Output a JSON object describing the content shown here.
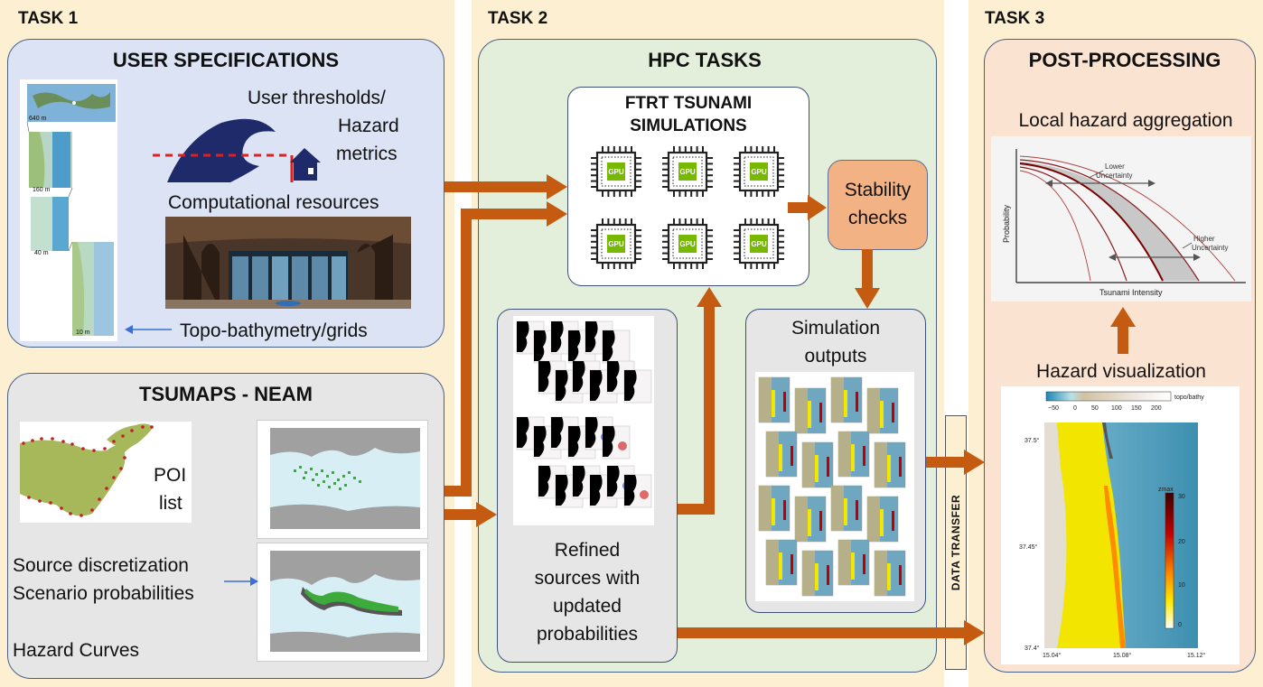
{
  "colors": {
    "task_bg": "#fdf0d2",
    "user_spec_bg": "#dbe3f4",
    "tsumaps_bg": "#e6e6e6",
    "hpc_bg": "#e3efda",
    "post_bg": "#fbe3d2",
    "arrow": "#c55a11",
    "stability_bg": "#f3b284",
    "gpu_green": "#76b900"
  },
  "tasks": [
    {
      "label": "TASK 1"
    },
    {
      "label": "TASK 2"
    },
    {
      "label": "TASK 3"
    }
  ],
  "user_spec": {
    "title": "USER SPECIFICATIONS",
    "thresholds_line1": "User thresholds/",
    "thresholds_line2": "Hazard",
    "thresholds_line3": "metrics",
    "compute": "Computational resources",
    "topo": "Topo-bathymetry/grids",
    "grid_labels": [
      "640 m",
      "160 m",
      "40 m",
      "10 m"
    ]
  },
  "tsumaps": {
    "title": "TSUMAPS - NEAM",
    "poi_line1": "POI",
    "poi_line2": "list",
    "source_disc": "Source discretization",
    "scenario_prob": "Scenario probabilities",
    "hazard_curves": "Hazard Curves"
  },
  "hpc": {
    "title": "HPC TASKS",
    "ftrt_line1": "FTRT TSUNAMI",
    "ftrt_line2": "SIMULATIONS",
    "gpu_label": "GPU",
    "stability_line1": "Stability",
    "stability_line2": "checks",
    "sim_out_line1": "Simulation",
    "sim_out_line2": "outputs",
    "refined_line1": "Refined",
    "refined_line2": "sources with",
    "refined_line3": "updated",
    "refined_line4": "probabilities"
  },
  "post": {
    "title": "POST-PROCESSING",
    "aggregation": "Local hazard aggregation",
    "visualization": "Hazard visualization",
    "curve_ylabel": "Probability",
    "curve_xlabel": "Tsunami Intensity",
    "lower_unc_1": "Lower",
    "lower_unc_2": "Uncertainty",
    "higher_unc_1": "Higher",
    "higher_unc_2": "Uncertainty",
    "cbar_ticks": [
      "−50",
      "0",
      "50",
      "100",
      "150",
      "200"
    ],
    "cbar_label": "topo/bathy",
    "lat_ticks": [
      "37.5°",
      "37.45°",
      "37.4°"
    ],
    "lon_ticks": [
      "15.04°",
      "15.08°",
      "15.12°"
    ],
    "zmax_label": "zmax",
    "zmax_ticks": [
      "30",
      "20",
      "10",
      "0"
    ]
  },
  "data_transfer": "DATA TRANSFER"
}
